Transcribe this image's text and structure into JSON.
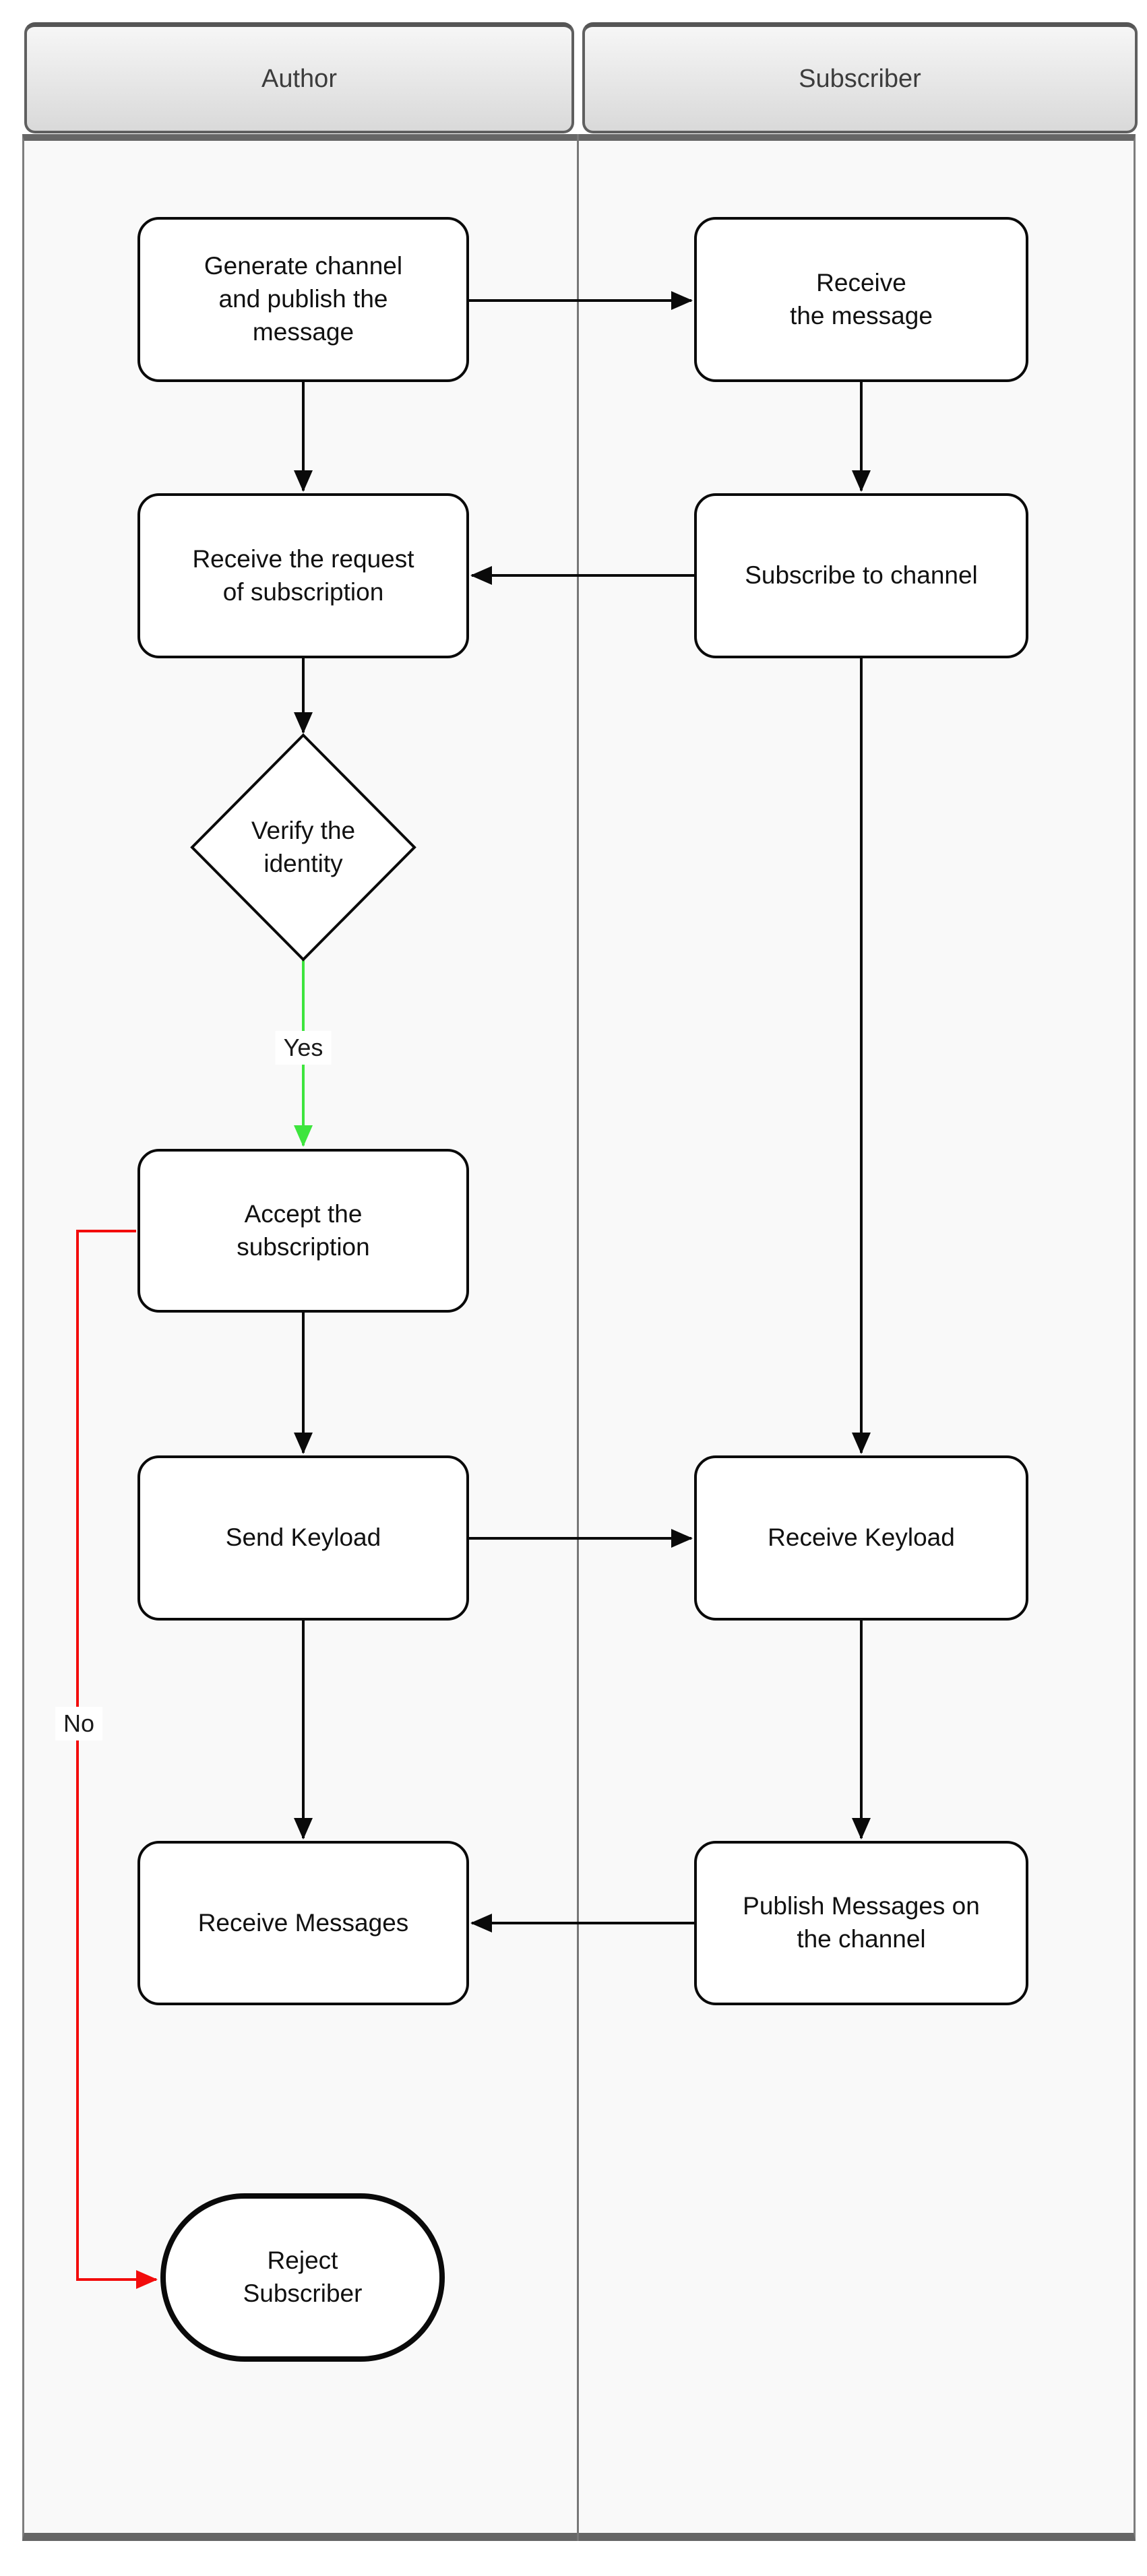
{
  "diagram": {
    "lanes": [
      {
        "title": "Author"
      },
      {
        "title": "Subscriber"
      }
    ],
    "nodes": [
      {
        "id": "generate-channel",
        "lane": "Author",
        "type": "process",
        "label": "Generate channel\nand publish the\nmessage"
      },
      {
        "id": "receive-message",
        "lane": "Subscriber",
        "type": "process",
        "label": "Receive\nthe message"
      },
      {
        "id": "receive-request",
        "lane": "Author",
        "type": "process",
        "label": "Receive the request\nof subscription"
      },
      {
        "id": "subscribe-channel",
        "lane": "Subscriber",
        "type": "process",
        "label": "Subscribe to channel"
      },
      {
        "id": "verify-identity",
        "lane": "Author",
        "type": "decision",
        "label": "Verify the\nidentity"
      },
      {
        "id": "accept-subscription",
        "lane": "Author",
        "type": "process",
        "label": "Accept the\nsubscription"
      },
      {
        "id": "send-keyload",
        "lane": "Author",
        "type": "process",
        "label": "Send Keyload"
      },
      {
        "id": "receive-keyload",
        "lane": "Subscriber",
        "type": "process",
        "label": "Receive Keyload"
      },
      {
        "id": "receive-messages",
        "lane": "Author",
        "type": "process",
        "label": "Receive Messages"
      },
      {
        "id": "publish-messages",
        "lane": "Subscriber",
        "type": "process",
        "label": "Publish Messages on\nthe channel"
      },
      {
        "id": "reject-subscriber",
        "lane": "Author",
        "type": "terminator",
        "label": "Reject\nSubscriber"
      }
    ],
    "edges": [
      {
        "from": "generate-channel",
        "to": "receive-message",
        "label": "",
        "color": "#0a0a0a"
      },
      {
        "from": "generate-channel",
        "to": "receive-request",
        "label": "",
        "color": "#0a0a0a"
      },
      {
        "from": "receive-message",
        "to": "subscribe-channel",
        "label": "",
        "color": "#0a0a0a"
      },
      {
        "from": "subscribe-channel",
        "to": "receive-request",
        "label": "",
        "color": "#0a0a0a"
      },
      {
        "from": "receive-request",
        "to": "verify-identity",
        "label": "",
        "color": "#0a0a0a"
      },
      {
        "from": "verify-identity",
        "to": "accept-subscription",
        "label": "Yes",
        "color": "#3ee53e"
      },
      {
        "from": "verify-identity",
        "to": "reject-subscriber",
        "label": "No",
        "color": "#f20c0c"
      },
      {
        "from": "accept-subscription",
        "to": "send-keyload",
        "label": "",
        "color": "#0a0a0a"
      },
      {
        "from": "send-keyload",
        "to": "receive-keyload",
        "label": "",
        "color": "#0a0a0a"
      },
      {
        "from": "subscribe-channel",
        "to": "receive-keyload",
        "label": "",
        "color": "#0a0a0a"
      },
      {
        "from": "send-keyload",
        "to": "receive-messages",
        "label": "",
        "color": "#0a0a0a"
      },
      {
        "from": "receive-keyload",
        "to": "publish-messages",
        "label": "",
        "color": "#0a0a0a"
      },
      {
        "from": "publish-messages",
        "to": "receive-messages",
        "label": "",
        "color": "#0a0a0a"
      }
    ],
    "edge_labels": {
      "yes": "Yes",
      "no": "No"
    },
    "colors": {
      "edge_default": "#0a0a0a",
      "edge_yes": "#3ee53e",
      "edge_no": "#f20c0c",
      "lane_border": "#666666",
      "lane_divider": "#777777",
      "lane_background": "#f9f9f9",
      "header_gradient_top": "#f6f6f6",
      "header_gradient_bottom": "#d9d9d9",
      "node_border": "#0a0a0a",
      "node_fill": "#ffffff"
    }
  }
}
